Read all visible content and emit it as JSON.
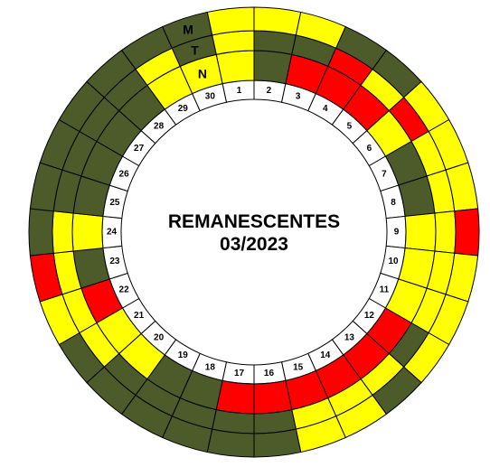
{
  "title": {
    "line1": "REMANESCENTES",
    "line2": "03/2023"
  },
  "shift_labels": [
    "M",
    "T",
    "N"
  ],
  "day_labels": [
    "1",
    "2",
    "3",
    "4",
    "5",
    "6",
    "7",
    "8",
    "9",
    "10",
    "11",
    "12",
    "13",
    "14",
    "15",
    "16",
    "17",
    "18",
    "19",
    "20",
    "21",
    "22",
    "23",
    "24",
    "25",
    "26",
    "27",
    "28",
    "29",
    "30"
  ],
  "colors": {
    "G": "#4d5a2a",
    "Y": "#ffff00",
    "R": "#ff0000",
    "W": "#ffffff"
  },
  "rings": {
    "M": [
      "Y",
      "Y",
      "Y",
      "G",
      "G",
      "Y",
      "Y",
      "Y",
      "R",
      "Y",
      "Y",
      "Y",
      "G",
      "Y",
      "Y",
      "G",
      "G",
      "G",
      "G",
      "G",
      "G",
      "Y",
      "R",
      "G",
      "G",
      "G",
      "G",
      "G",
      "G",
      "G"
    ],
    "T": [
      "Y",
      "G",
      "G",
      "R",
      "Y",
      "R",
      "Y",
      "Y",
      "Y",
      "Y",
      "Y",
      "G",
      "Y",
      "Y",
      "Y",
      "G",
      "G",
      "G",
      "G",
      "G",
      "Y",
      "Y",
      "Y",
      "Y",
      "G",
      "G",
      "G",
      "G",
      "Y",
      "G"
    ],
    "N": [
      "Y",
      "G",
      "R",
      "R",
      "R",
      "Y",
      "G",
      "G",
      "Y",
      "Y",
      "Y",
      "R",
      "R",
      "R",
      "R",
      "R",
      "R",
      "G",
      "G",
      "Y",
      "Y",
      "R",
      "G",
      "Y",
      "G",
      "G",
      "G",
      "G",
      "Y",
      "Y"
    ]
  }
}
